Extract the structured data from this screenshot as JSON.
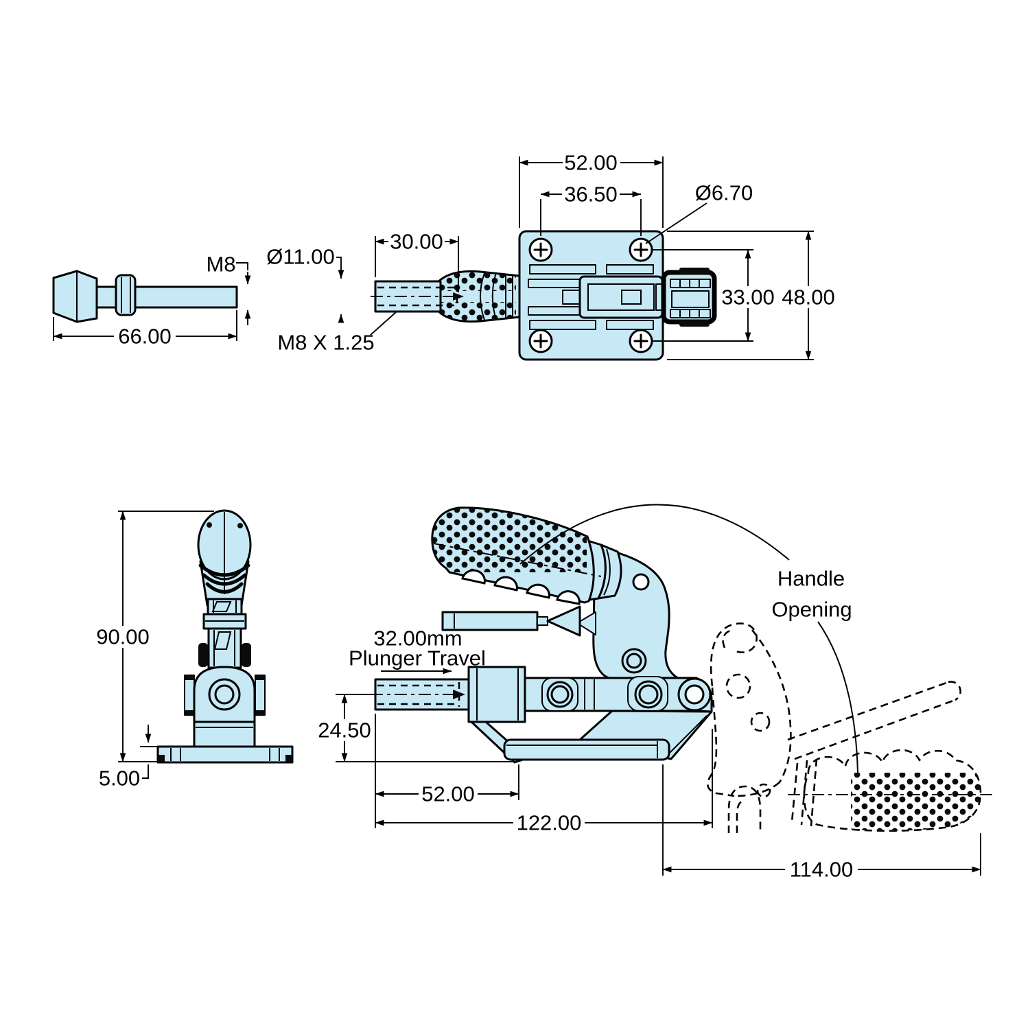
{
  "drawing": {
    "title": "Toggle clamp dimensioned engineering drawing",
    "colors": {
      "background": "#ffffff",
      "part_fill": "#c7e9f6",
      "outline": "#000000"
    },
    "spindle_view": {
      "length": "66.00",
      "thread": "M8"
    },
    "top_view": {
      "plate_width": "52.00",
      "hole_spacing_h": "36.50",
      "hole_diameter": "Ø6.70",
      "plunger_extension": "30.00",
      "plunger_diameter": "Ø11.00",
      "thread_spec": "M8 X 1.25",
      "hole_spacing_v": "33.00",
      "plate_height": "48.00"
    },
    "front_view": {
      "overall_height": "90.00",
      "base_thickness": "5.00"
    },
    "side_view": {
      "travel_value": "32.00mm",
      "travel_caption": "Plunger Travel",
      "axis_height": "24.50",
      "front_length": "52.00",
      "overall_length": "122.00",
      "open_reach": "114.00",
      "handle_note_line1": "Handle",
      "handle_note_line2": "Opening"
    }
  }
}
